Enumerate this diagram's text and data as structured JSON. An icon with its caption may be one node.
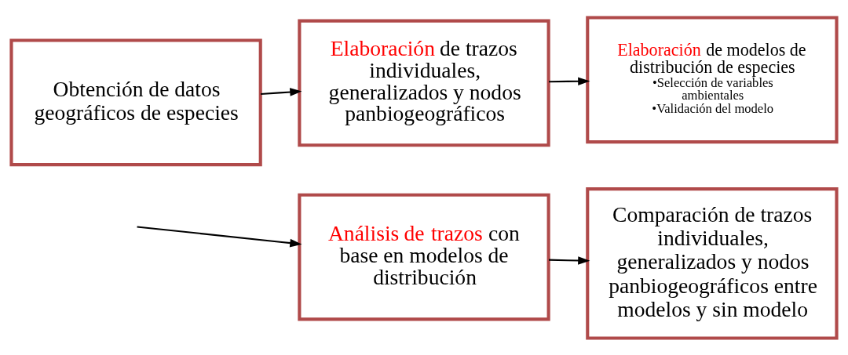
{
  "diagram": {
    "nodes": [
      {
        "text": [
          "Obtención de datos geográficos de especies"
        ]
      },
      {
        "text": [
          "Elaboración de trazos individuales, generalizados y nodos panbiogeográficos"
        ]
      },
      {
        "text": [
          "Elaboración de modelos de distribución de especies",
          "•Selección de variables ambientales",
          "•Validación del modelo"
        ]
      },
      {
        "text": [
          "Análisis de trazos con base en modelos de distribución"
        ]
      },
      {
        "text": [
          "Comparación de trazos individuales, generalizados y nodos panbiogeográficos entre modelos y sin modelo"
        ]
      }
    ],
    "edges": [
      {
        "from": 0,
        "to": 1,
        "arrow": "to"
      },
      {
        "from": 1,
        "to": 2,
        "arrow": "to"
      },
      {
        "from": null,
        "to": 3,
        "arrow": "to"
      },
      {
        "from": 3,
        "to": 4,
        "arrow": "to"
      }
    ]
  }
}
